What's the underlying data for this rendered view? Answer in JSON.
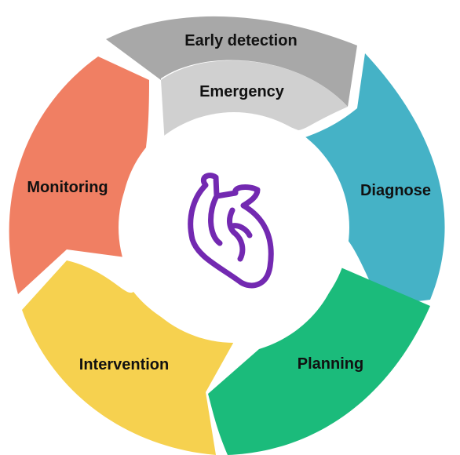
{
  "diagram": {
    "segments": [
      {
        "id": "early-detection",
        "label": "Early detection",
        "color": "#a8a8a8"
      },
      {
        "id": "emergency",
        "label": "Emergency",
        "color": "#d0d0d0"
      },
      {
        "id": "diagnose",
        "label": "Diagnose",
        "color": "#45b2c6"
      },
      {
        "id": "planning",
        "label": "Planning",
        "color": "#1bbb7b"
      },
      {
        "id": "intervention",
        "label": "Intervention",
        "color": "#f6d14f"
      },
      {
        "id": "monitoring",
        "label": "Monitoring",
        "color": "#f07f63"
      }
    ],
    "center_icon": {
      "name": "heart-icon",
      "color": "#7329b1"
    }
  }
}
